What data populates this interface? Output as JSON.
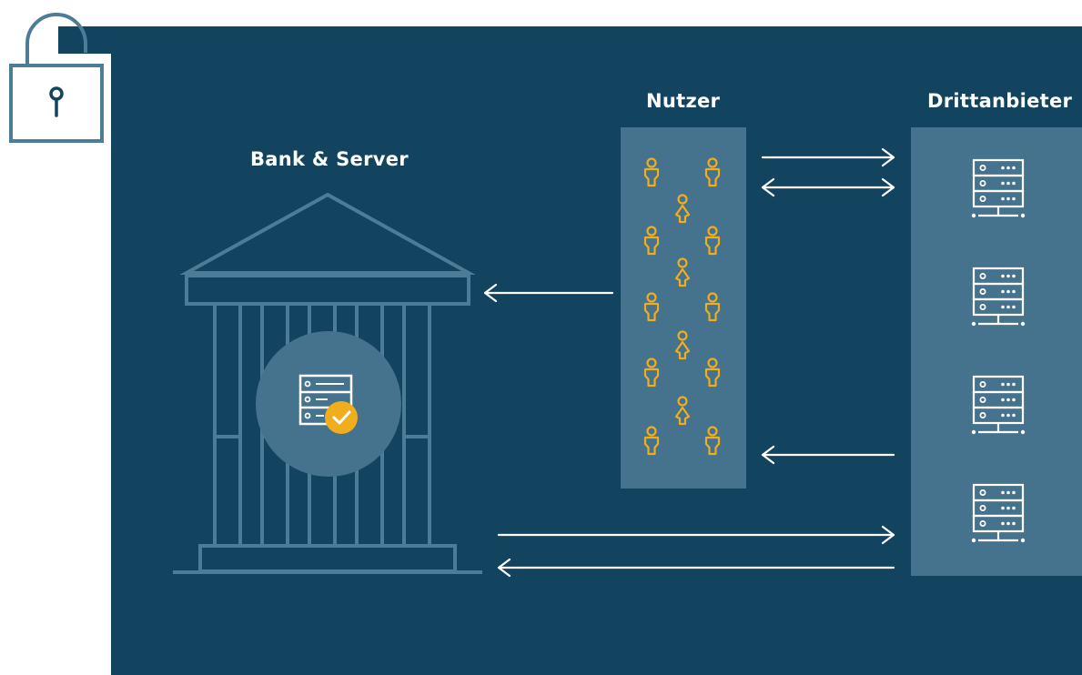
{
  "labels": {
    "bank": "Bank & Server",
    "users": "Nutzer",
    "third_party": "Drittanbieter"
  },
  "icons": {
    "lock": "padlock-icon",
    "bank": "bank-building-icon",
    "verified_server": "server-checkmark-icon",
    "person": "person-icon",
    "server": "server-rack-icon"
  },
  "colors": {
    "background": "#13445f",
    "column": "#45728c",
    "lines": "#4d7c97",
    "accent": "#f0ad1e",
    "arrows": "#ffffff"
  }
}
